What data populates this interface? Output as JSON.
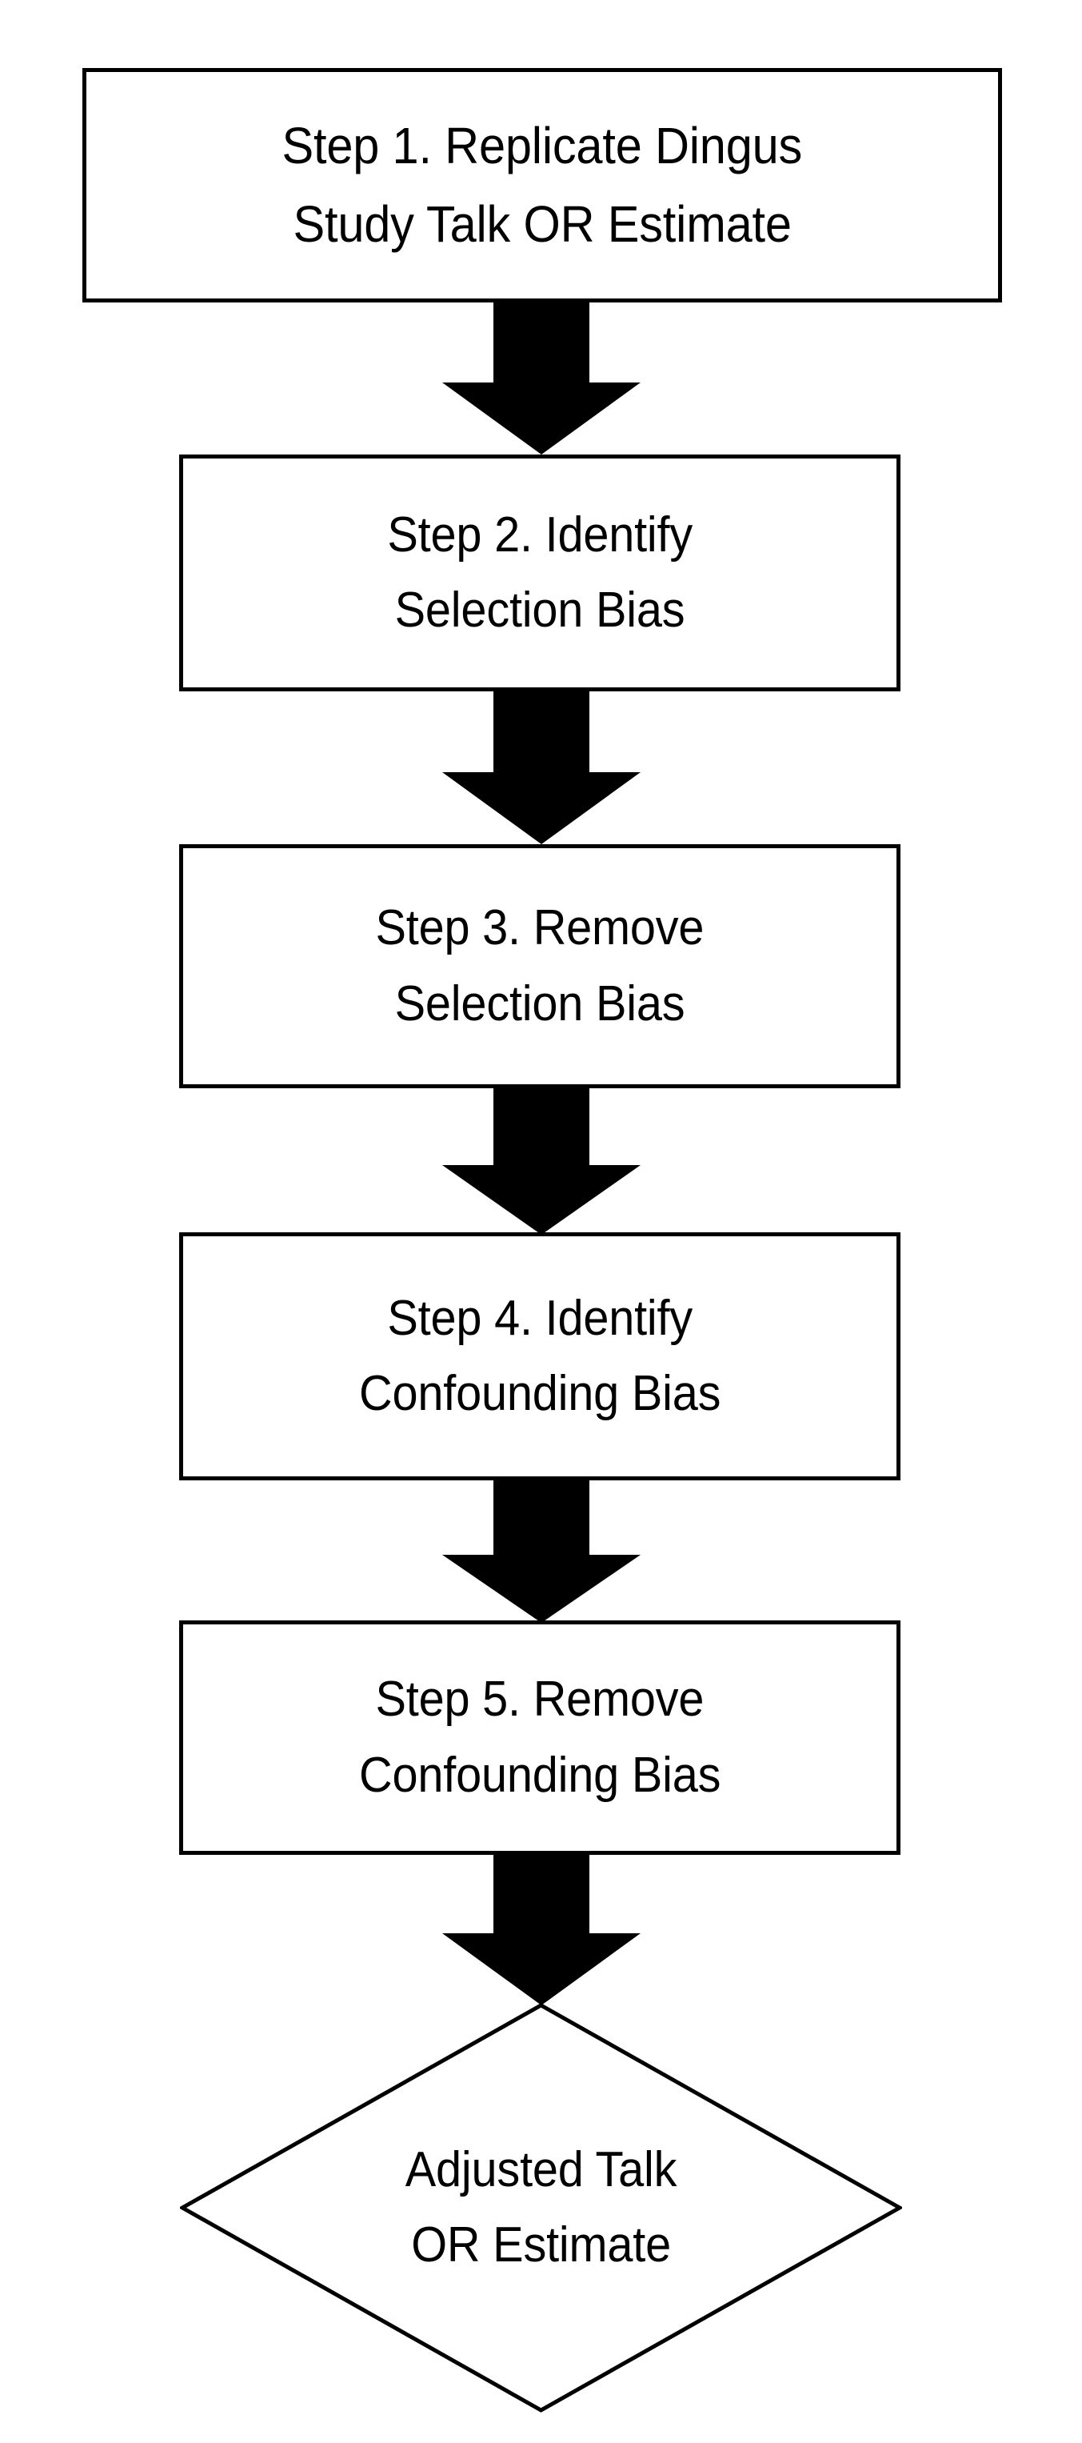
{
  "diagram": {
    "title": "Five-step bias adjustment flowchart",
    "type": "flowchart",
    "orientation": "top-to-bottom",
    "background_color": "#ffffff",
    "stroke_color": "#000000",
    "text_color": "#000000",
    "arrow_color": "#000000"
  },
  "nodes": [
    {
      "id": "step-1",
      "shape": "rectangle",
      "line1": "Step 1. Replicate Dingus",
      "line2": "Study Talk OR Estimate"
    },
    {
      "id": "step-2",
      "shape": "rectangle",
      "line1": "Step 2. Identify",
      "line2": "Selection Bias"
    },
    {
      "id": "step-3",
      "shape": "rectangle",
      "line1": "Step 3. Remove",
      "line2": "Selection Bias"
    },
    {
      "id": "step-4",
      "shape": "rectangle",
      "line1": "Step 4. Identify",
      "line2": "Confounding Bias"
    },
    {
      "id": "step-5",
      "shape": "rectangle",
      "line1": "Step 5. Remove",
      "line2": "Confounding Bias"
    },
    {
      "id": "result",
      "shape": "diamond",
      "line1": "Adjusted Talk",
      "line2": "OR Estimate"
    }
  ],
  "connectors": [
    {
      "id": "arrow-1",
      "from": "step-1",
      "to": "step-2",
      "icon": "down-block-arrow-icon"
    },
    {
      "id": "arrow-2",
      "from": "step-2",
      "to": "step-3",
      "icon": "down-block-arrow-icon"
    },
    {
      "id": "arrow-3",
      "from": "step-3",
      "to": "step-4",
      "icon": "down-block-arrow-icon"
    },
    {
      "id": "arrow-4",
      "from": "step-4",
      "to": "step-5",
      "icon": "down-block-arrow-icon"
    },
    {
      "id": "arrow-5",
      "from": "step-5",
      "to": "result",
      "icon": "down-block-arrow-icon"
    }
  ]
}
